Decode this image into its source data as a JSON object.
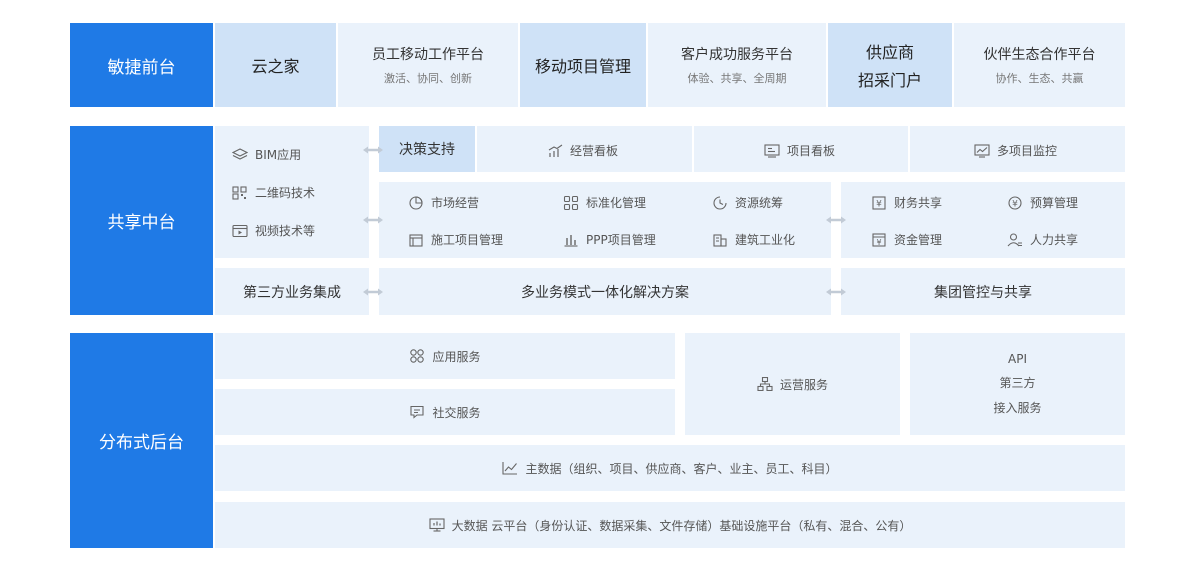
{
  "front": {
    "head": "敏捷前台",
    "cells": {
      "yunzhijia": "云之家",
      "employee_title": "员工移动工作平台",
      "employee_sub": "激活、协同、创新",
      "mobile_pm": "移动项目管理",
      "customer_title": "客户成功服务平台",
      "customer_sub": "体验、共享、全周期",
      "supplier_line1": "供应商",
      "supplier_line2": "招采门户",
      "partner_title": "伙伴生态合作平台",
      "partner_sub": "协作、生态、共赢"
    }
  },
  "middle": {
    "head": "共享中台",
    "left_tech": [
      "BIM应用",
      "二维码技术",
      "视频技术等"
    ],
    "top_row": {
      "decision": "决策支持",
      "items": [
        "经营看板",
        "项目看板",
        "多项目监控"
      ]
    },
    "biz_grid": {
      "row1": [
        "市场经营",
        "标准化管理",
        "资源统筹"
      ],
      "row2": [
        "施工项目管理",
        "PPP项目管理",
        "建筑工业化"
      ]
    },
    "finance_grid": {
      "row1": [
        "财务共享",
        "预算管理"
      ],
      "row2": [
        "资金管理",
        "人力共享"
      ]
    },
    "bottom_row": {
      "third_party": "第三方业务集成",
      "solution": "多业务模式一体化解决方案",
      "group": "集团管控与共享"
    }
  },
  "back": {
    "head": "分布式后台",
    "app_service": "应用服务",
    "social_service": "社交服务",
    "ops_service": "运营服务",
    "api_lines": [
      "API",
      "第三方",
      "接入服务"
    ],
    "master_data": "主数据（组织、项目、供应商、客户、业主、员工、科目）",
    "big_data": "大数据 云平台（身份认证、数据采集、文件存储）基础设施平台（私有、混合、公有）"
  },
  "icons": {
    "bim": "layers-icon",
    "qr": "qr-code-icon",
    "video": "video-icon",
    "business_board": "chart-up-icon",
    "project_board": "board-icon",
    "multi_monitor": "monitor-chart-icon",
    "market": "compass-icon",
    "standard": "grid-icon",
    "resource": "clock-pie-icon",
    "construction": "building-icon",
    "ppp": "bar-chart-icon",
    "industrialization": "factory-icon",
    "finance": "yen-box-icon",
    "budget": "yen-circle-icon",
    "fund": "yen-doc-icon",
    "hr": "people-icon",
    "app_service": "apps-icon",
    "social_service": "chat-icon",
    "ops_service": "org-icon",
    "master_data": "line-chart-icon",
    "big_data": "screen-icon"
  },
  "colors": {
    "head_blue": "#1f7ae6",
    "cell_light": "#eaf2fb",
    "cell_highlight": "#cfe2f7"
  }
}
